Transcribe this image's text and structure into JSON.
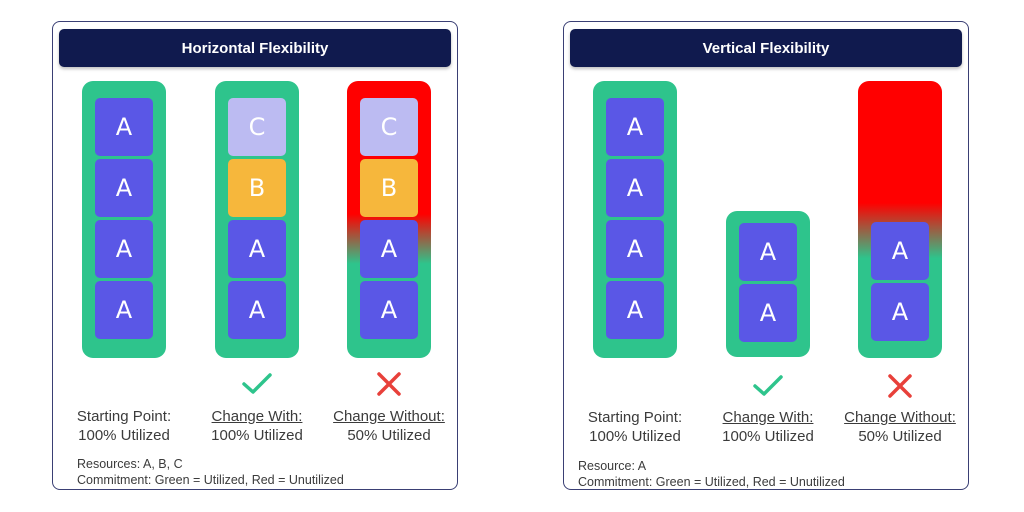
{
  "colors": {
    "title_bg": "#101a4e",
    "utilized": "#2ec48c",
    "unutilized": "#ff0000",
    "resource_A": "#5a57e6",
    "resource_B": "#f6b73c",
    "resource_C": "#bcbbf2",
    "check": "#2ec48c",
    "cross": "#e8403a"
  },
  "panels": [
    {
      "title": "Horizontal Flexibility",
      "columns": [
        {
          "tiles": [
            "A",
            "A",
            "A",
            "A"
          ],
          "caption_top": "Starting Point:",
          "caption_bottom": "100% Utilized",
          "status": "none"
        },
        {
          "tiles": [
            "C",
            "B",
            "A",
            "A"
          ],
          "caption_top": "Change With:",
          "caption_bottom": "100% Utilized",
          "status": "check"
        },
        {
          "tiles": [
            "C",
            "B",
            "A",
            "A"
          ],
          "caption_top": "Change Without:",
          "caption_bottom": "50% Utilized",
          "status": "cross"
        }
      ],
      "notes": [
        "Resources: A, B, C",
        "Commitment: Green = Utilized, Red = Unutilized"
      ]
    },
    {
      "title": "Vertical Flexibility",
      "columns": [
        {
          "tiles": [
            "A",
            "A",
            "A",
            "A"
          ],
          "caption_top": "Starting Point:",
          "caption_bottom": "100% Utilized",
          "status": "none"
        },
        {
          "tiles": [
            "A",
            "A"
          ],
          "caption_top": "Change With:",
          "caption_bottom": "100% Utilized",
          "status": "check"
        },
        {
          "tiles": [
            "A",
            "A"
          ],
          "caption_top": "Change Without:",
          "caption_bottom": "50% Utilized",
          "status": "cross"
        }
      ],
      "notes": [
        "Resource: A",
        "Commitment: Green = Utilized, Red = Unutilized"
      ]
    }
  ]
}
